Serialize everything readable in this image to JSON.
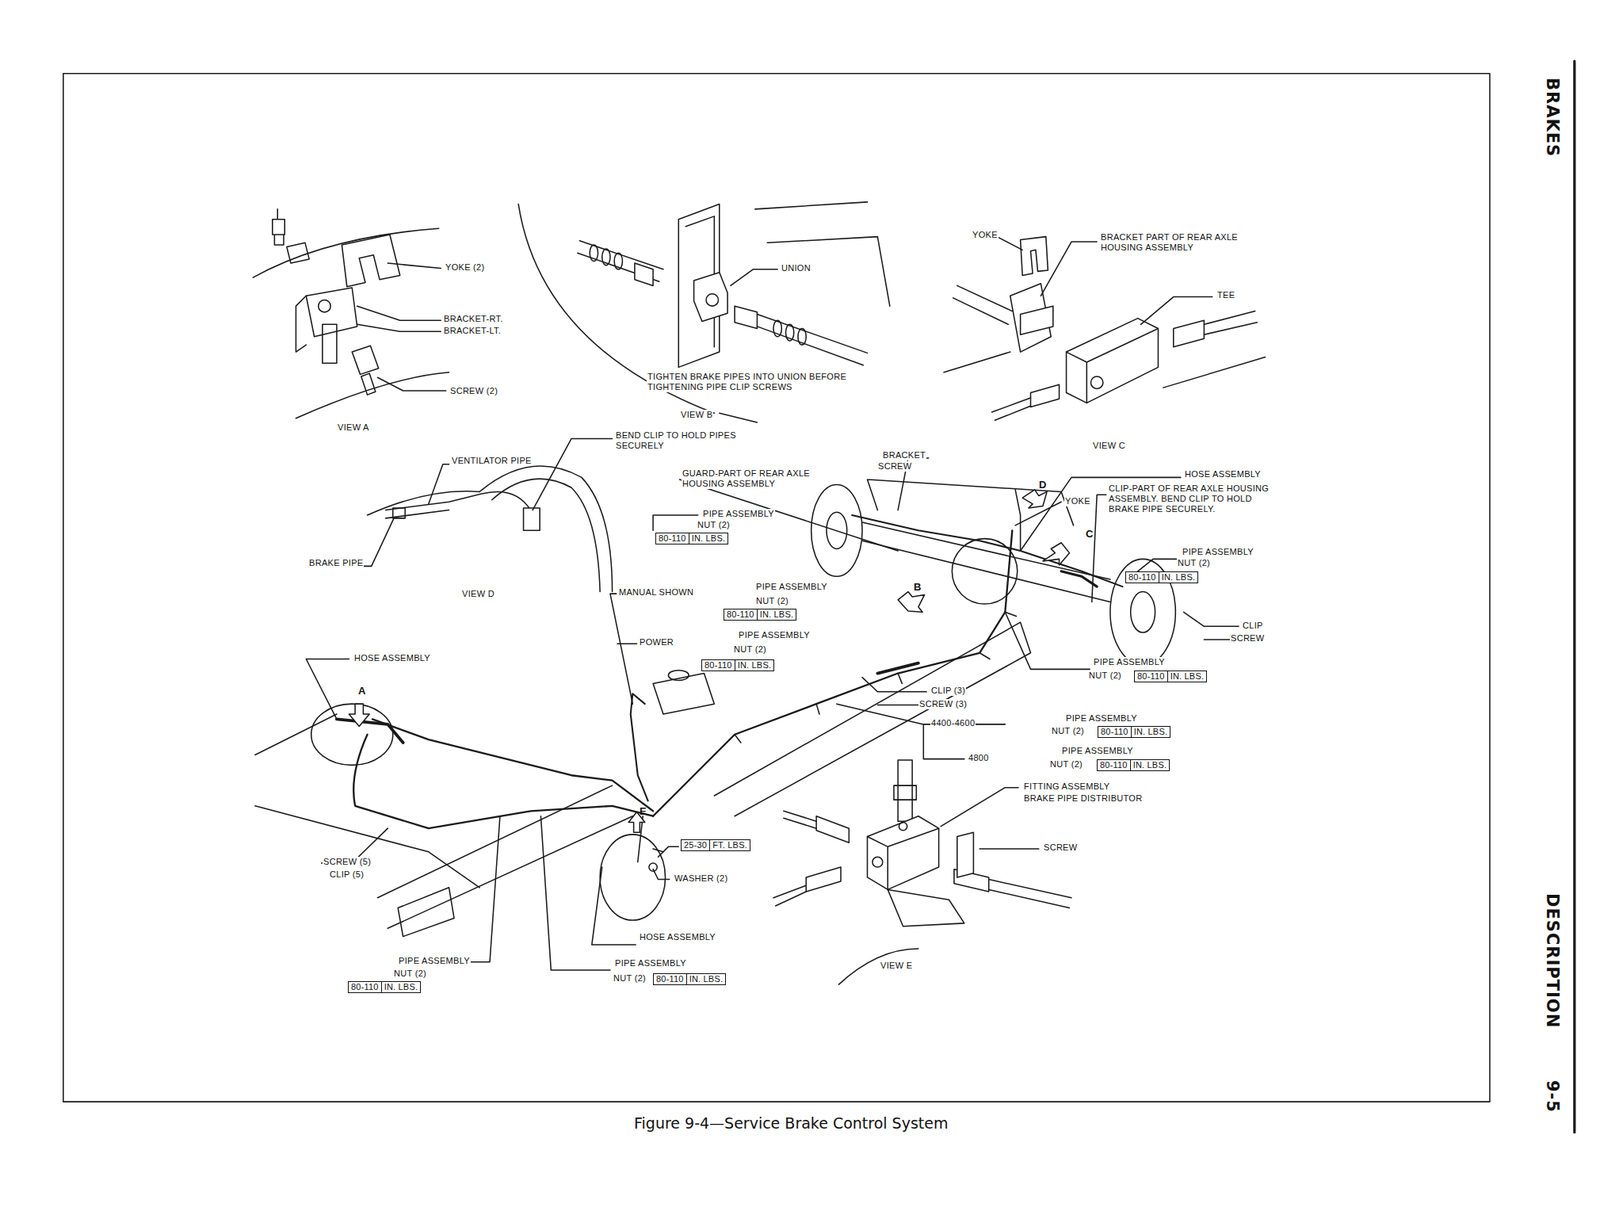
{
  "diagram": {
    "caption": "Figure 9-4—Service Brake Control System",
    "nodes": [
      {
        "text": [
          "80-110",
          "IN. LBS."
        ]
      },
      {
        "text": [
          "80-110",
          "IN. LBS."
        ]
      },
      {
        "text": [
          "80-110",
          "IN. LBS."
        ]
      },
      {
        "text": [
          "80-110",
          "IN. LBS."
        ]
      },
      {
        "text": [
          "80-110",
          "IN. LBS."
        ]
      },
      {
        "text": [
          "80-110",
          "IN. LBS."
        ]
      },
      {
        "text": [
          "80-110",
          "IN. LBS."
        ]
      },
      {
        "text": [
          "25-30",
          "FT. LBS."
        ]
      },
      {
        "text": [
          "80-110",
          "IN. LBS."
        ]
      },
      {
        "text": [
          "80-110",
          "IN. LBS."
        ]
      }
    ],
    "labels": [
      "BRAKES",
      "YOKE (2)",
      "BRACKET-RT.",
      "BRACKET-LT.",
      "SCREW (2)",
      "VIEW A",
      "UNION",
      "TIGHTEN BRAKE PIPES INTO UNION BEFORE TIGHTENING PIPE CLIP SCREWS",
      "VIEW B",
      "YOKE",
      "BRACKET PART OF REAR AXLE HOUSING ASSEMBLY",
      "TEE",
      "VIEW C",
      "BEND CLIP TO HOLD PIPES SECURELY",
      "VENTILATOR PIPE",
      "BRAKE PIPE",
      "VIEW D",
      "BRACKET",
      "SCREW",
      "GUARD-PART OF REAR AXLE HOUSING ASSEMBLY",
      "PIPE ASSEMBLY",
      "NUT (2)",
      "D",
      "YOKE",
      "HOSE ASSEMBLY",
      "CLIP-PART OF REAR AXLE HOUSING ASSEMBLY. BEND CLIP TO HOLD BRAKE PIPE SECURELY.",
      "C",
      "PIPE ASSEMBLY",
      "NUT (2)",
      "B",
      "MANUAL SHOWN",
      "PIPE ASSEMBLY",
      "NUT (2)",
      "POWER",
      "PIPE ASSEMBLY",
      "NUT (2)",
      "CLIP",
      "SCREW",
      "HOSE ASSEMBLY",
      "PIPE ASSEMBLY",
      "NUT (2)",
      "CLIP (3)",
      "SCREW (3)",
      "A",
      "4400-4600",
      "PIPE ASSEMBLY",
      "NUT (2)",
      "4800",
      "PIPE ASSEMBLY",
      "NUT (2)",
      "FITTING ASSEMBLY",
      "BRAKE PIPE DISTRIBUTOR",
      "E",
      "SCREW",
      "SCREW (5)",
      "CLIP (5)",
      "WASHER (2)",
      "HOSE ASSEMBLY",
      "PIPE ASSEMBLY",
      "NUT (2)",
      "PIPE ASSEMBLY",
      "NUT (2)",
      "VIEW E",
      "DESCRIPTION",
      "9-5"
    ]
  }
}
